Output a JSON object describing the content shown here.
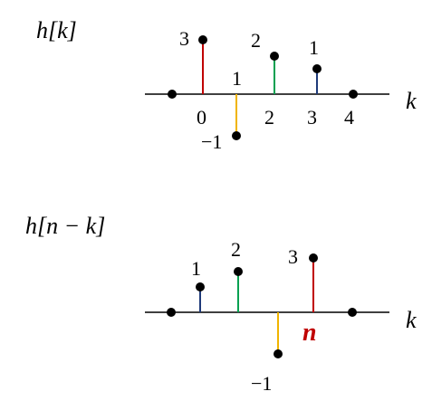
{
  "panel_top": {
    "title": "h[k]",
    "axis_label": "k",
    "tick_labels": [
      "0",
      "2",
      "3",
      "4"
    ],
    "stems": [
      {
        "label": "3",
        "color": "#c00000"
      },
      {
        "label": "1",
        "color": "#f0b400"
      },
      {
        "label": "2",
        "color": "#00a050"
      },
      {
        "label": "1",
        "color": "#1f3a7a"
      }
    ],
    "neg_label": "−1"
  },
  "panel_bottom": {
    "title": "h[n − k]",
    "axis_label": "k",
    "n_label": "n",
    "n_color": "#c00000",
    "stems": [
      {
        "label": "1",
        "color": "#1f3a7a"
      },
      {
        "label": "2",
        "color": "#00a050"
      },
      {
        "label": "3",
        "color": "#c00000"
      }
    ],
    "neg_label": "−1",
    "neg_color": "#f0b400"
  }
}
